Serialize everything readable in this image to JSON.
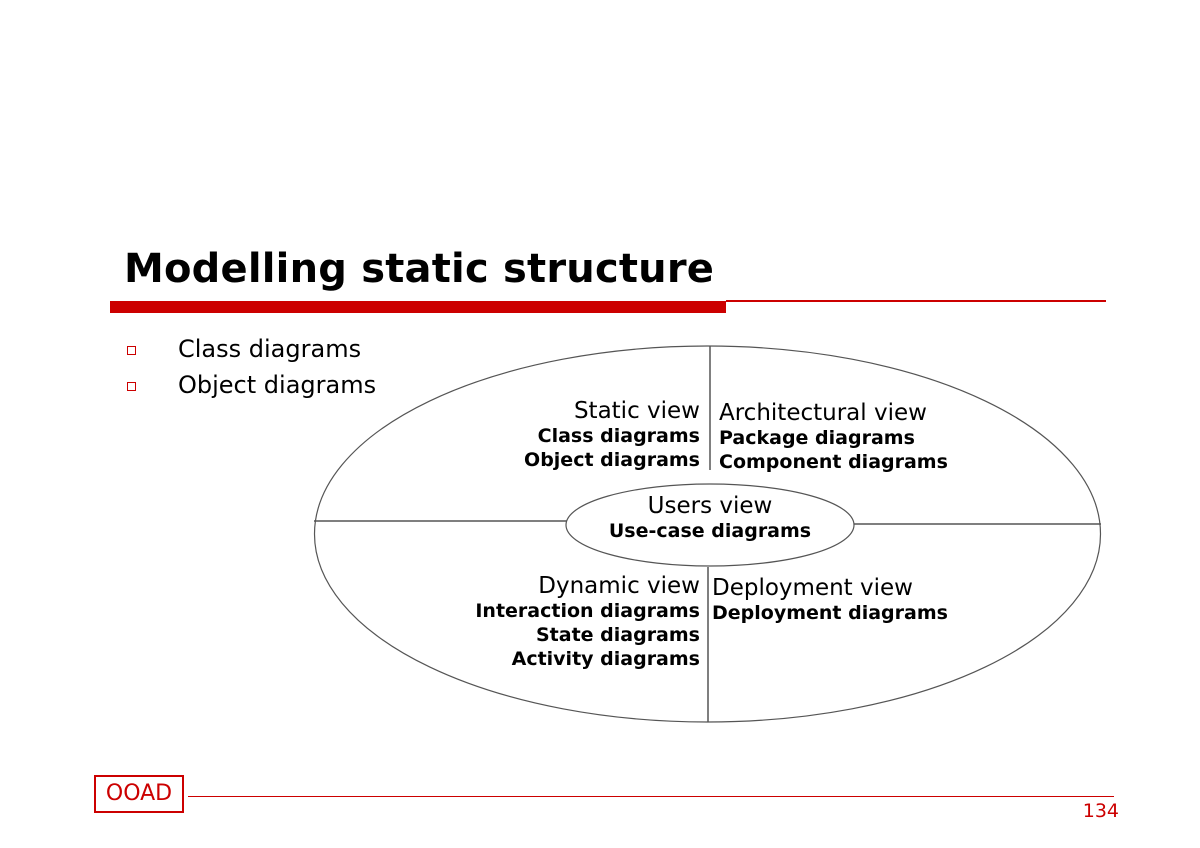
{
  "slide": {
    "title": "Modelling static structure",
    "accent_color": "#cc0000",
    "bullets": [
      {
        "icon": "hollow-square-bullet",
        "text": "Class diagrams"
      },
      {
        "icon": "hollow-square-bullet",
        "text": "Object diagrams"
      }
    ]
  },
  "diagram": {
    "center": {
      "title": "Users view",
      "diagrams": [
        "Use-case diagrams"
      ]
    },
    "quadrants": [
      {
        "position": "top-left",
        "title": "Static view",
        "diagrams": [
          "Class diagrams",
          "Object diagrams"
        ]
      },
      {
        "position": "top-right",
        "title": "Architectural view",
        "diagrams": [
          "Package diagrams",
          "Component diagrams"
        ]
      },
      {
        "position": "bottom-left",
        "title": "Dynamic view",
        "diagrams": [
          "Interaction diagrams",
          "State diagrams",
          "Activity diagrams"
        ]
      },
      {
        "position": "bottom-right",
        "title": "Deployment view",
        "diagrams": [
          "Deployment diagrams"
        ]
      }
    ]
  },
  "footer": {
    "logo_text": "OOAD",
    "page_number": "134"
  }
}
